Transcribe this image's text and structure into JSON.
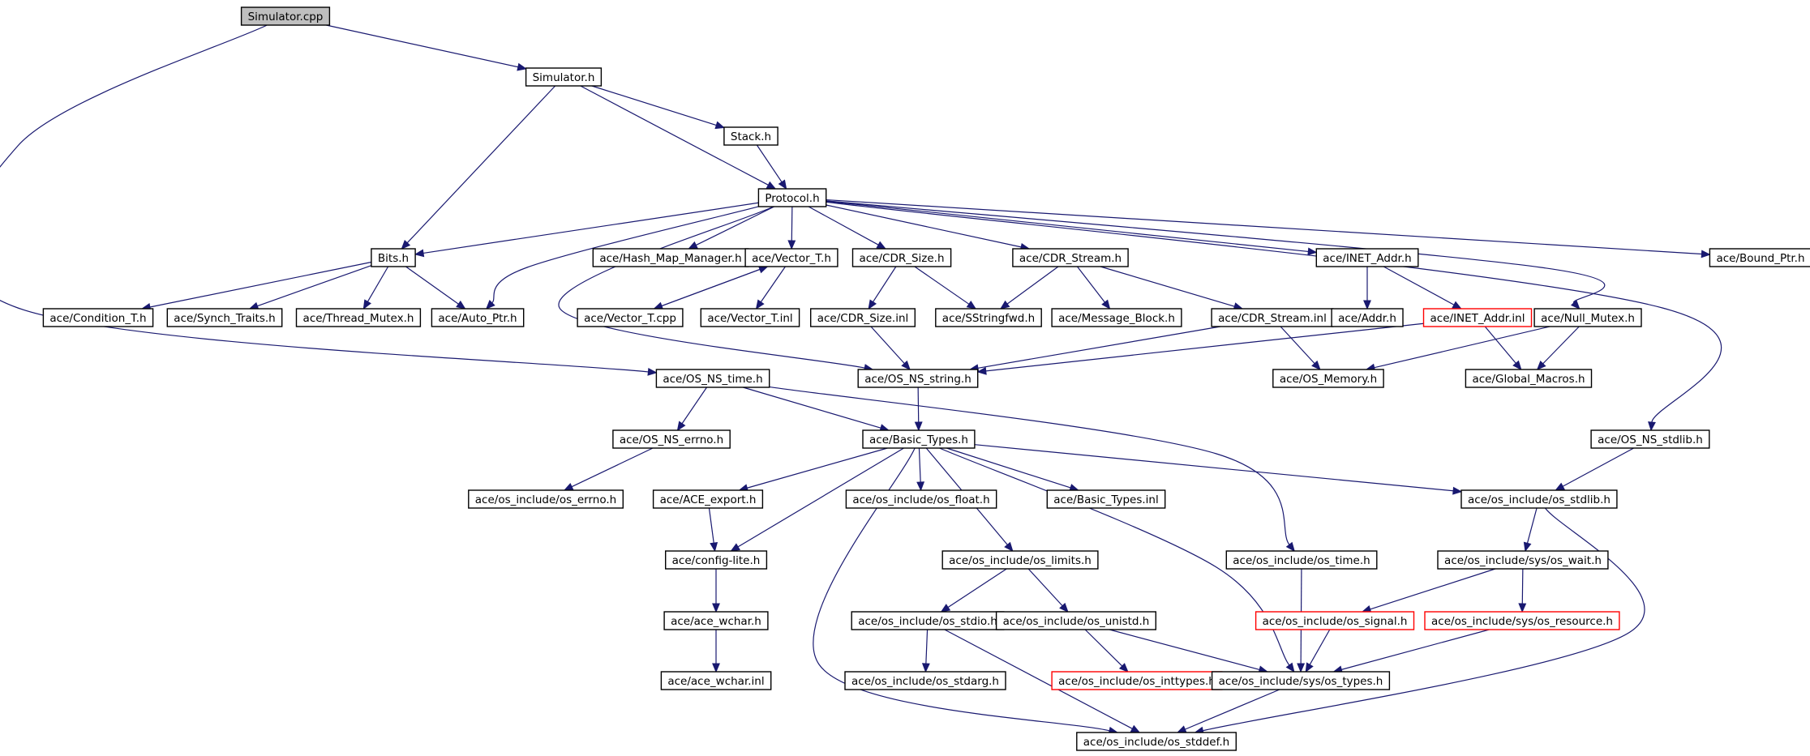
{
  "colors": {
    "edge": "#191970",
    "root_fill": "#bfbfbf",
    "missing_border": "#ff0000",
    "node_border": "#000000"
  },
  "nodes": [
    {
      "id": "n0",
      "label": "Simulator.cpp",
      "style": "root"
    },
    {
      "id": "n1",
      "label": "Simulator.h"
    },
    {
      "id": "n2",
      "label": "Stack.h"
    },
    {
      "id": "n3",
      "label": "Protocol.h"
    },
    {
      "id": "n4",
      "label": "Bits.h"
    },
    {
      "id": "n5",
      "label": "ace/Hash_Map_Manager.h"
    },
    {
      "id": "n6",
      "label": "ace/Vector_T.h"
    },
    {
      "id": "n7",
      "label": "ace/CDR_Size.h"
    },
    {
      "id": "n8",
      "label": "ace/CDR_Stream.h"
    },
    {
      "id": "n9",
      "label": "ace/INET_Addr.h"
    },
    {
      "id": "n10",
      "label": "ace/Bound_Ptr.h"
    },
    {
      "id": "n11",
      "label": "ace/Condition_T.h"
    },
    {
      "id": "n12",
      "label": "ace/Synch_Traits.h"
    },
    {
      "id": "n13",
      "label": "ace/Thread_Mutex.h"
    },
    {
      "id": "n14",
      "label": "ace/Auto_Ptr.h"
    },
    {
      "id": "n15",
      "label": "ace/Vector_T.cpp"
    },
    {
      "id": "n16",
      "label": "ace/Vector_T.inl"
    },
    {
      "id": "n17",
      "label": "ace/CDR_Size.inl"
    },
    {
      "id": "n18",
      "label": "ace/SStringfwd.h"
    },
    {
      "id": "n19",
      "label": "ace/Message_Block.h"
    },
    {
      "id": "n20",
      "label": "ace/CDR_Stream.inl"
    },
    {
      "id": "n21",
      "label": "ace/Addr.h"
    },
    {
      "id": "n22",
      "label": "ace/INET_Addr.inl",
      "style": "missing"
    },
    {
      "id": "n23",
      "label": "ace/Null_Mutex.h"
    },
    {
      "id": "n24",
      "label": "ace/OS_NS_time.h"
    },
    {
      "id": "n25",
      "label": "ace/OS_NS_string.h"
    },
    {
      "id": "n26",
      "label": "ace/OS_Memory.h"
    },
    {
      "id": "n27",
      "label": "ace/Global_Macros.h"
    },
    {
      "id": "n28",
      "label": "ace/OS_NS_errno.h"
    },
    {
      "id": "n29",
      "label": "ace/Basic_Types.h"
    },
    {
      "id": "n30",
      "label": "ace/OS_NS_stdlib.h"
    },
    {
      "id": "n31",
      "label": "ace/os_include/os_errno.h"
    },
    {
      "id": "n32",
      "label": "ace/ACE_export.h"
    },
    {
      "id": "n33",
      "label": "ace/os_include/os_float.h"
    },
    {
      "id": "n34",
      "label": "ace/Basic_Types.inl"
    },
    {
      "id": "n35",
      "label": "ace/os_include/os_stdlib.h"
    },
    {
      "id": "n36",
      "label": "ace/config-lite.h"
    },
    {
      "id": "n37",
      "label": "ace/os_include/os_limits.h"
    },
    {
      "id": "n38",
      "label": "ace/os_include/os_time.h"
    },
    {
      "id": "n39",
      "label": "ace/os_include/sys/os_wait.h"
    },
    {
      "id": "n40",
      "label": "ace/ace_wchar.h"
    },
    {
      "id": "n41",
      "label": "ace/os_include/os_stdio.h"
    },
    {
      "id": "n42",
      "label": "ace/os_include/os_unistd.h"
    },
    {
      "id": "n43",
      "label": "ace/os_include/os_signal.h",
      "style": "missing"
    },
    {
      "id": "n44",
      "label": "ace/os_include/sys/os_resource.h",
      "style": "missing"
    },
    {
      "id": "n45",
      "label": "ace/ace_wchar.inl"
    },
    {
      "id": "n46",
      "label": "ace/os_include/os_stdarg.h"
    },
    {
      "id": "n47",
      "label": "ace/os_include/os_inttypes.h",
      "style": "missing"
    },
    {
      "id": "n48",
      "label": "ace/os_include/sys/os_types.h"
    },
    {
      "id": "n49",
      "label": "ace/os_include/os_stddef.h"
    }
  ],
  "edges": [
    [
      "n0",
      "n1"
    ],
    [
      "n0",
      "n24"
    ],
    [
      "n1",
      "n2"
    ],
    [
      "n1",
      "n3"
    ],
    [
      "n1",
      "n4"
    ],
    [
      "n2",
      "n3"
    ],
    [
      "n3",
      "n4"
    ],
    [
      "n3",
      "n5"
    ],
    [
      "n3",
      "n6"
    ],
    [
      "n3",
      "n7"
    ],
    [
      "n3",
      "n8"
    ],
    [
      "n3",
      "n9"
    ],
    [
      "n3",
      "n10"
    ],
    [
      "n3",
      "n14"
    ],
    [
      "n3",
      "n23"
    ],
    [
      "n3",
      "n25"
    ],
    [
      "n3",
      "n30"
    ],
    [
      "n4",
      "n11"
    ],
    [
      "n4",
      "n12"
    ],
    [
      "n4",
      "n13"
    ],
    [
      "n4",
      "n14"
    ],
    [
      "n6",
      "n15"
    ],
    [
      "n6",
      "n16"
    ],
    [
      "n15",
      "n6"
    ],
    [
      "n7",
      "n17"
    ],
    [
      "n7",
      "n18"
    ],
    [
      "n8",
      "n18"
    ],
    [
      "n8",
      "n19"
    ],
    [
      "n8",
      "n20"
    ],
    [
      "n9",
      "n21"
    ],
    [
      "n9",
      "n22"
    ],
    [
      "n17",
      "n25"
    ],
    [
      "n20",
      "n25"
    ],
    [
      "n20",
      "n26"
    ],
    [
      "n22",
      "n25"
    ],
    [
      "n22",
      "n27"
    ],
    [
      "n23",
      "n26"
    ],
    [
      "n23",
      "n27"
    ],
    [
      "n24",
      "n28"
    ],
    [
      "n24",
      "n29"
    ],
    [
      "n24",
      "n38"
    ],
    [
      "n25",
      "n29"
    ],
    [
      "n28",
      "n31"
    ],
    [
      "n29",
      "n32"
    ],
    [
      "n29",
      "n33"
    ],
    [
      "n29",
      "n34"
    ],
    [
      "n29",
      "n35"
    ],
    [
      "n29",
      "n36"
    ],
    [
      "n29",
      "n37"
    ],
    [
      "n29",
      "n48"
    ],
    [
      "n29",
      "n49"
    ],
    [
      "n30",
      "n35"
    ],
    [
      "n32",
      "n36"
    ],
    [
      "n35",
      "n39"
    ],
    [
      "n35",
      "n49"
    ],
    [
      "n36",
      "n40"
    ],
    [
      "n37",
      "n41"
    ],
    [
      "n37",
      "n42"
    ],
    [
      "n38",
      "n48"
    ],
    [
      "n39",
      "n43"
    ],
    [
      "n39",
      "n44"
    ],
    [
      "n40",
      "n45"
    ],
    [
      "n41",
      "n46"
    ],
    [
      "n41",
      "n49"
    ],
    [
      "n42",
      "n47"
    ],
    [
      "n42",
      "n48"
    ],
    [
      "n43",
      "n48"
    ],
    [
      "n44",
      "n48"
    ],
    [
      "n48",
      "n49"
    ]
  ]
}
